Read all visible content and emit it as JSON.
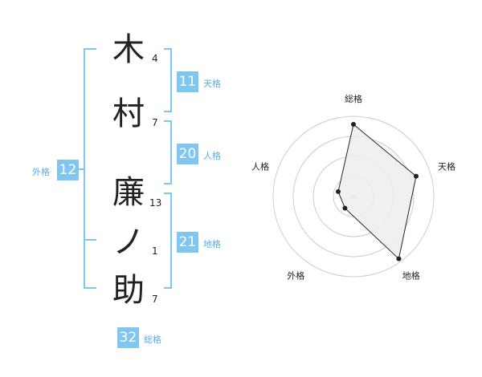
{
  "characters": [
    {
      "char": "木",
      "strokes": "4"
    },
    {
      "char": "村",
      "strokes": "7"
    },
    {
      "char": "廉",
      "strokes": "13"
    },
    {
      "char": "ノ",
      "strokes": "1"
    },
    {
      "char": "助",
      "strokes": "7"
    }
  ],
  "kakusu": {
    "tenkaku": {
      "value": "11",
      "label": "天格"
    },
    "jinkaku": {
      "value": "20",
      "label": "人格"
    },
    "chikaku": {
      "value": "21",
      "label": "地格"
    },
    "gaikaku": {
      "value": "12",
      "label": "外格"
    },
    "soukaku": {
      "value": "32",
      "label": "総格"
    }
  },
  "chart_data": {
    "type": "radar",
    "axes": [
      "総格",
      "天格",
      "地格",
      "外格",
      "人格"
    ],
    "values": [
      0.9,
      0.82,
      0.96,
      0.18,
      0.2
    ],
    "range": [
      0,
      1
    ],
    "rings": 4,
    "colors": {
      "fill": "#eeeeee",
      "stroke": "#222222",
      "ring": "#cccccc",
      "accent": "#7fc6f3"
    }
  }
}
